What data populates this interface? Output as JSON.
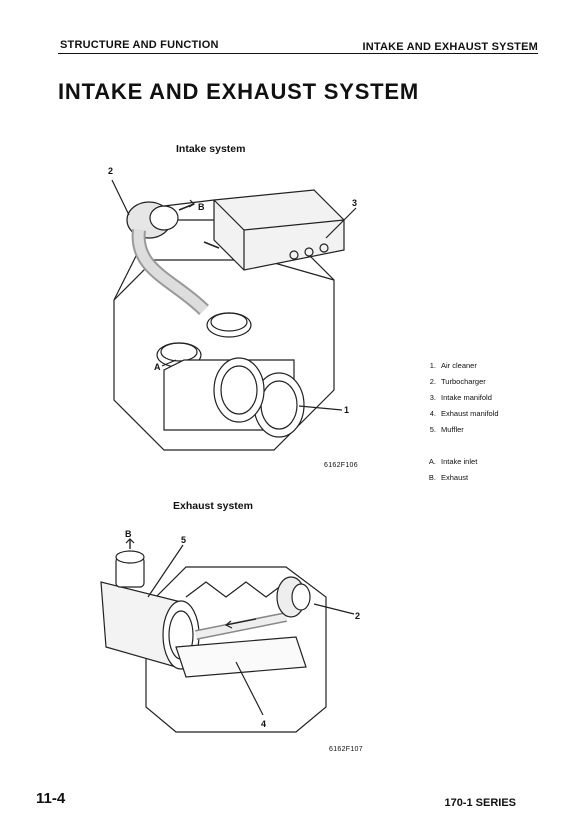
{
  "header": {
    "left": "STRUCTURE AND FUNCTION",
    "right": "INTAKE AND EXHAUST SYSTEM"
  },
  "title": "INTAKE AND EXHAUST SYSTEM",
  "intake_figure": {
    "caption": "Intake system",
    "code": "6162F106",
    "callouts": {
      "c1": "1",
      "c2": "2",
      "c3": "3",
      "A": "A",
      "B": "B"
    }
  },
  "legend": [
    {
      "num": "1.",
      "label": "Air cleaner"
    },
    {
      "num": "2.",
      "label": "Turbocharger"
    },
    {
      "num": "3.",
      "label": "Intake manifold"
    },
    {
      "num": "4.",
      "label": "Exhaust manifold"
    },
    {
      "num": "5.",
      "label": "Muffler"
    },
    {
      "num": "A.",
      "label": "Intake inlet"
    },
    {
      "num": "B.",
      "label": "Exhaust"
    }
  ],
  "exhaust_figure": {
    "caption": "Exhaust system",
    "code": "6162F107",
    "callouts": {
      "B": "B",
      "c5": "5",
      "c2": "2",
      "c4": "4"
    }
  },
  "footer": {
    "page": "11-4",
    "series": "170-1 SERIES"
  }
}
